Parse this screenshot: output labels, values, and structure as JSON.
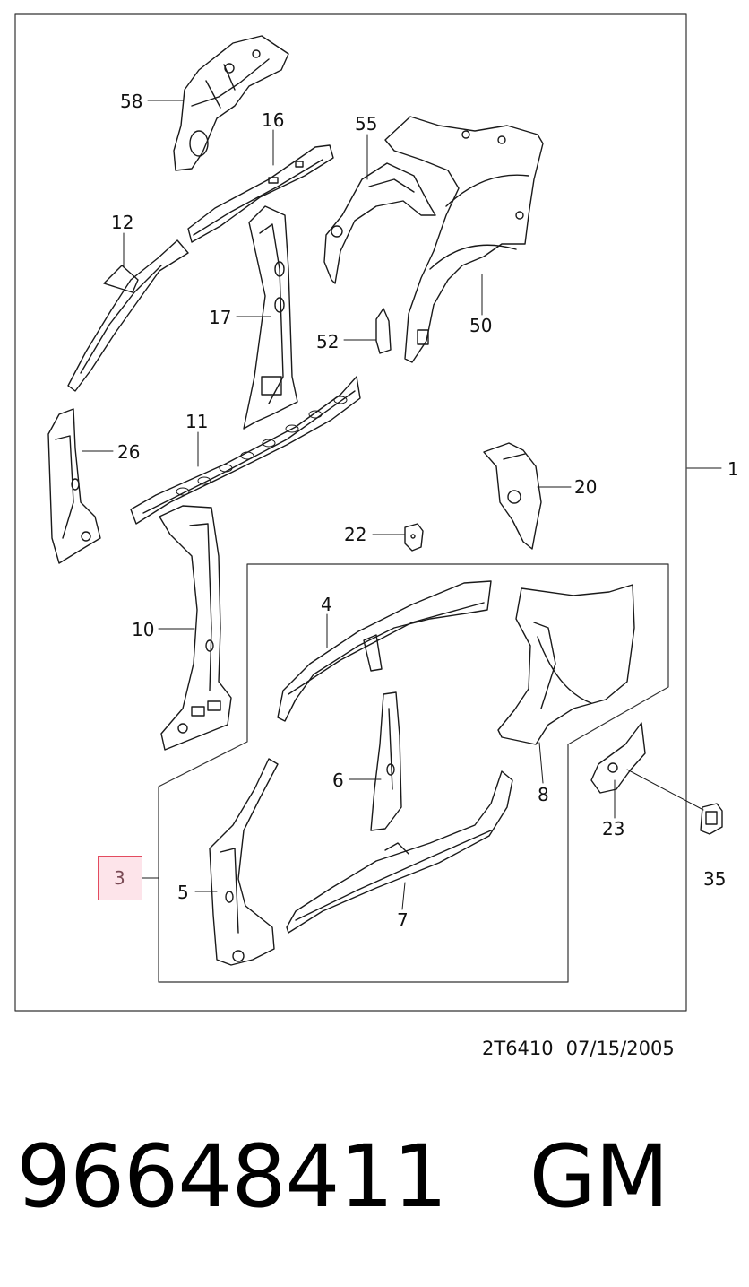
{
  "callouts": {
    "c58": "58",
    "c16": "16",
    "c55": "55",
    "c12": "12",
    "c17": "17",
    "c52": "52",
    "c50": "50",
    "c11": "11",
    "c26": "26",
    "c1": "1",
    "c20": "20",
    "c22": "22",
    "c10": "10",
    "c4": "4",
    "c6": "6",
    "c8": "8",
    "c23": "23",
    "c35": "35",
    "c3": "3",
    "c5": "5",
    "c7": "7"
  },
  "highlight": {
    "callout": "3",
    "color": "#e34b5f",
    "fill": "#fde4ea"
  },
  "footer": {
    "drawing_code": "2T6410",
    "date": "07/15/2005",
    "part_number": "96648411",
    "brand": "GM"
  }
}
